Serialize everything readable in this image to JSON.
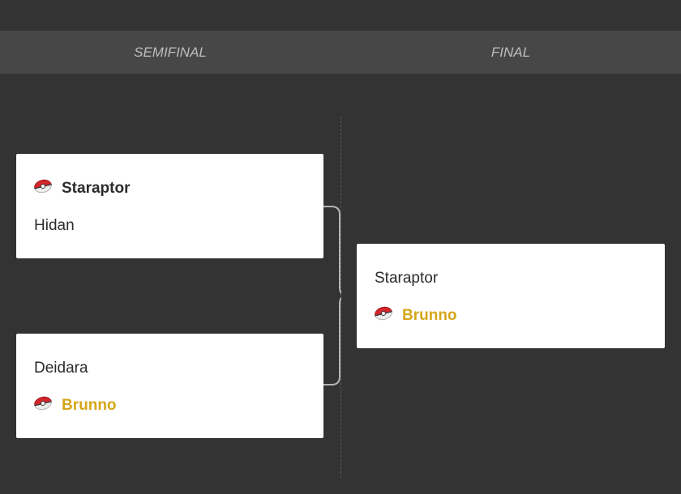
{
  "rounds": [
    {
      "label": "SEMIFINAL"
    },
    {
      "label": "FINAL"
    }
  ],
  "matches": [
    {
      "round": "semifinal",
      "players": [
        {
          "name": "Staraptor",
          "winner": true,
          "icon": "pokeball-icon"
        },
        {
          "name": "Hidan",
          "winner": false
        }
      ]
    },
    {
      "round": "semifinal",
      "players": [
        {
          "name": "Deidara",
          "winner": false
        },
        {
          "name": "Brunno",
          "winner": true,
          "icon": "pokeball-icon",
          "highlight_color": "#d4a619"
        }
      ]
    },
    {
      "round": "final",
      "players": [
        {
          "name": "Staraptor",
          "winner": false
        },
        {
          "name": "Brunno",
          "winner": true,
          "icon": "pokeball-icon",
          "highlight_color": "#d4a619"
        }
      ]
    }
  ],
  "colors": {
    "background": "#333333",
    "header": "#474747",
    "card": "#ffffff",
    "accent_gold": "#d4a619",
    "connector": "#b5b5b5"
  }
}
